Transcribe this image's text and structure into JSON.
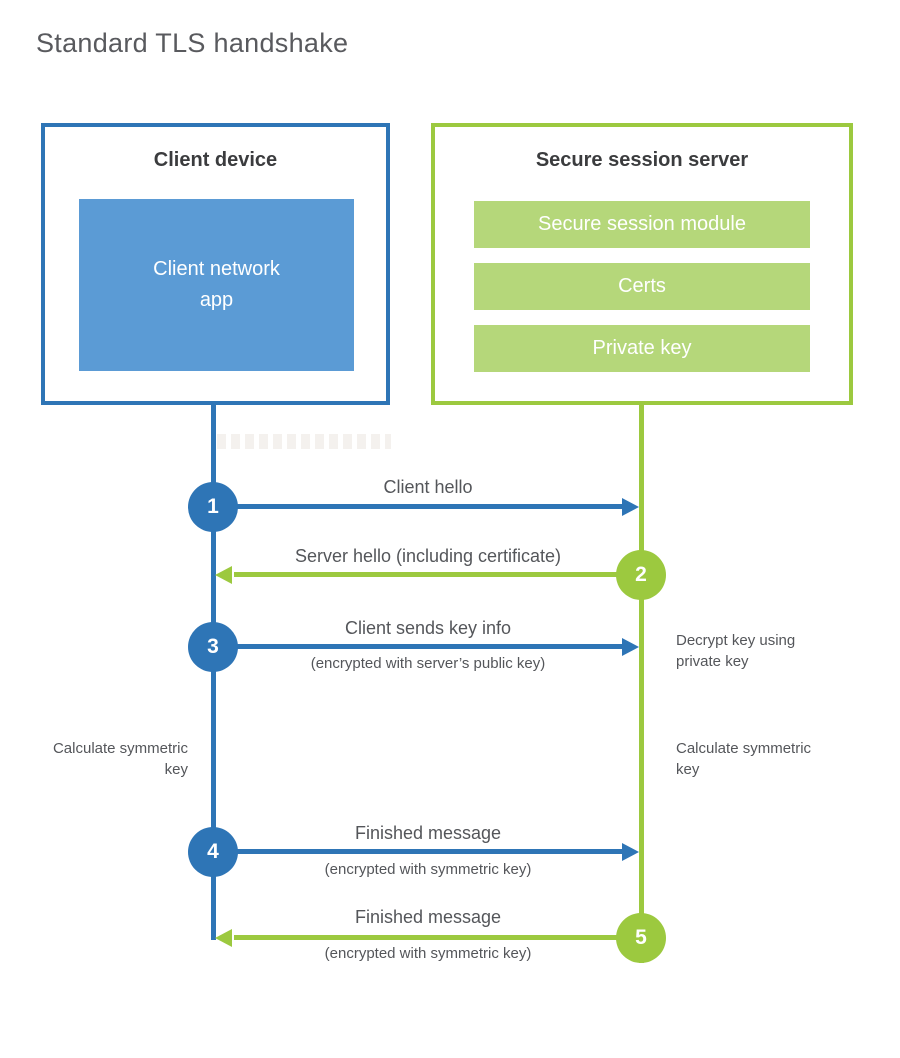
{
  "page": {
    "title": "Standard TLS handshake"
  },
  "colors": {
    "blue_stroke": "#2e75b6",
    "blue_fill": "#5b9bd5",
    "green_stroke": "#9cc93f",
    "green_fill": "#b5d77a",
    "heading_text": "#3b3c3e",
    "label_text": "#54565a",
    "background": "#ffffff"
  },
  "client": {
    "title": "Client device",
    "app_label": "Client network app"
  },
  "server": {
    "title": "Secure session server",
    "modules": [
      "Secure session module",
      "Certs",
      "Private key"
    ]
  },
  "steps": [
    {
      "num": "1",
      "actor": "client",
      "direction": "right",
      "label": "Client hello",
      "sublabel": ""
    },
    {
      "num": "2",
      "actor": "server",
      "direction": "left",
      "label": "Server hello (including certificate)",
      "sublabel": ""
    },
    {
      "num": "3",
      "actor": "client",
      "direction": "right",
      "label": "Client sends key info",
      "sublabel": "(encrypted with server’s public key)"
    },
    {
      "num": "4",
      "actor": "client",
      "direction": "right",
      "label": "Finished message",
      "sublabel": "(encrypted with symmetric key)"
    },
    {
      "num": "5",
      "actor": "server",
      "direction": "left",
      "label": "Finished message",
      "sublabel": "(encrypted with symmetric key)"
    }
  ],
  "notes": {
    "decrypt": "Decrypt key using private key",
    "calc_left": "Calculate symmetric key",
    "calc_right": "Calculate symmetric key"
  }
}
